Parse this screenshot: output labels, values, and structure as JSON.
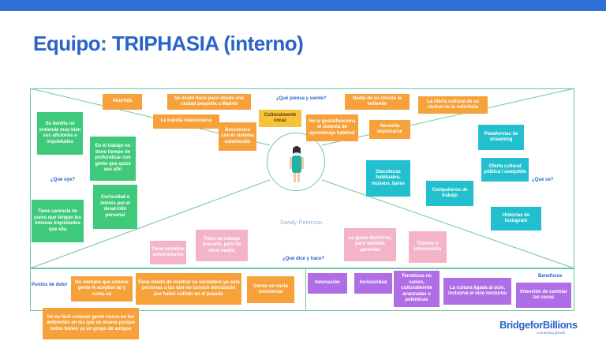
{
  "title": "Equipo: TRIPHASIA (interno)",
  "persona_name": "Sandy Peterson",
  "labels": {
    "piensa": "¿Qué piensa y siente?",
    "oye": "¿Qué oye?",
    "ve": "¿Qué ve?",
    "dice": "¿Qué dice y hace?",
    "dolor": "Puntos de dolor",
    "beneficios": "Beneficios"
  },
  "notes": {
    "aburrida": "Aburrida",
    "mudo": "Se mudó hace poco desde una ciudad pequeña a Madrid",
    "cuesta_relacionarse": "Le cuesta relacionarse",
    "desconoce": "Desconoce con el sistema establecido",
    "culturalmente_voraz": "Culturalmente voraz",
    "no_le_gusta": "No le gusta/funciona el sistema de aprendizaje habitual",
    "nadie_circulo": "Nadie de su círculo la entiende",
    "necesita_expresarse": "Necesita expresarse",
    "oferta_no_satisface": "La oferta cultural de su ciudad no la satisfacía",
    "familia": "Su familia no entiende muy bien sus aficiones e inquietudes",
    "trabajo_tiempo": "En el trabajo no tiene tiempo de profundizar con gente que quizá ese afín",
    "curiosidad": "Curiosidad e interés por el desarrollo personal",
    "carencia": "Tiene carencia de pares que tengan las mismas inquietudes que ella",
    "estudios": "Tiene estudios universitarios",
    "trabajo_precario": "Tiene un trabajo precario, pero de nivel medio",
    "divertirse": "Le gusta divertirse, pero también aprender",
    "timidez": "Timidez e introversión",
    "discotecas": "Discotecas habituales, museos, bares",
    "companeros": "Compañeros de trabajo",
    "plataformas": "Plataformas de streaming",
    "oferta_publica": "Oferta cultural pública / asequible",
    "historias": "Historias de Instagram",
    "no_siempre": "No siempre que conoce gente le aceptan tal y como es",
    "miedo": "Tiene miedo de mostrar su verdadero yo ante personas a las que no conoce demasiado por haber sufrido en el pasado",
    "vacio": "Siente un vacío existencial",
    "no_facil": "No es fácil conocer gente nueva en los ambientes en los que se mueve porque todos tienen ya un grupo de amigos",
    "innovacion": "Innovación",
    "inclusividad": "Inclusividad",
    "tematicas": "Temáticas no canon, culturalmente avanzadas o polémicas",
    "cultura_ocio": "La cultura ligada al ocio, inclusive el ocio nocturno",
    "intencion": "Intención de cambiar las cosas"
  },
  "logo": {
    "name": "BridgeforBillions",
    "tagline": "connecting growth"
  },
  "colors": {
    "brand_blue": "#2b63c8",
    "frame_green": "#6fc7a0",
    "orange": "#f7a13a",
    "yellow": "#f6c33c",
    "green": "#3fc97a",
    "cyan": "#22c0cf",
    "pink": "#f3b4c8",
    "purple": "#b06ee6"
  }
}
